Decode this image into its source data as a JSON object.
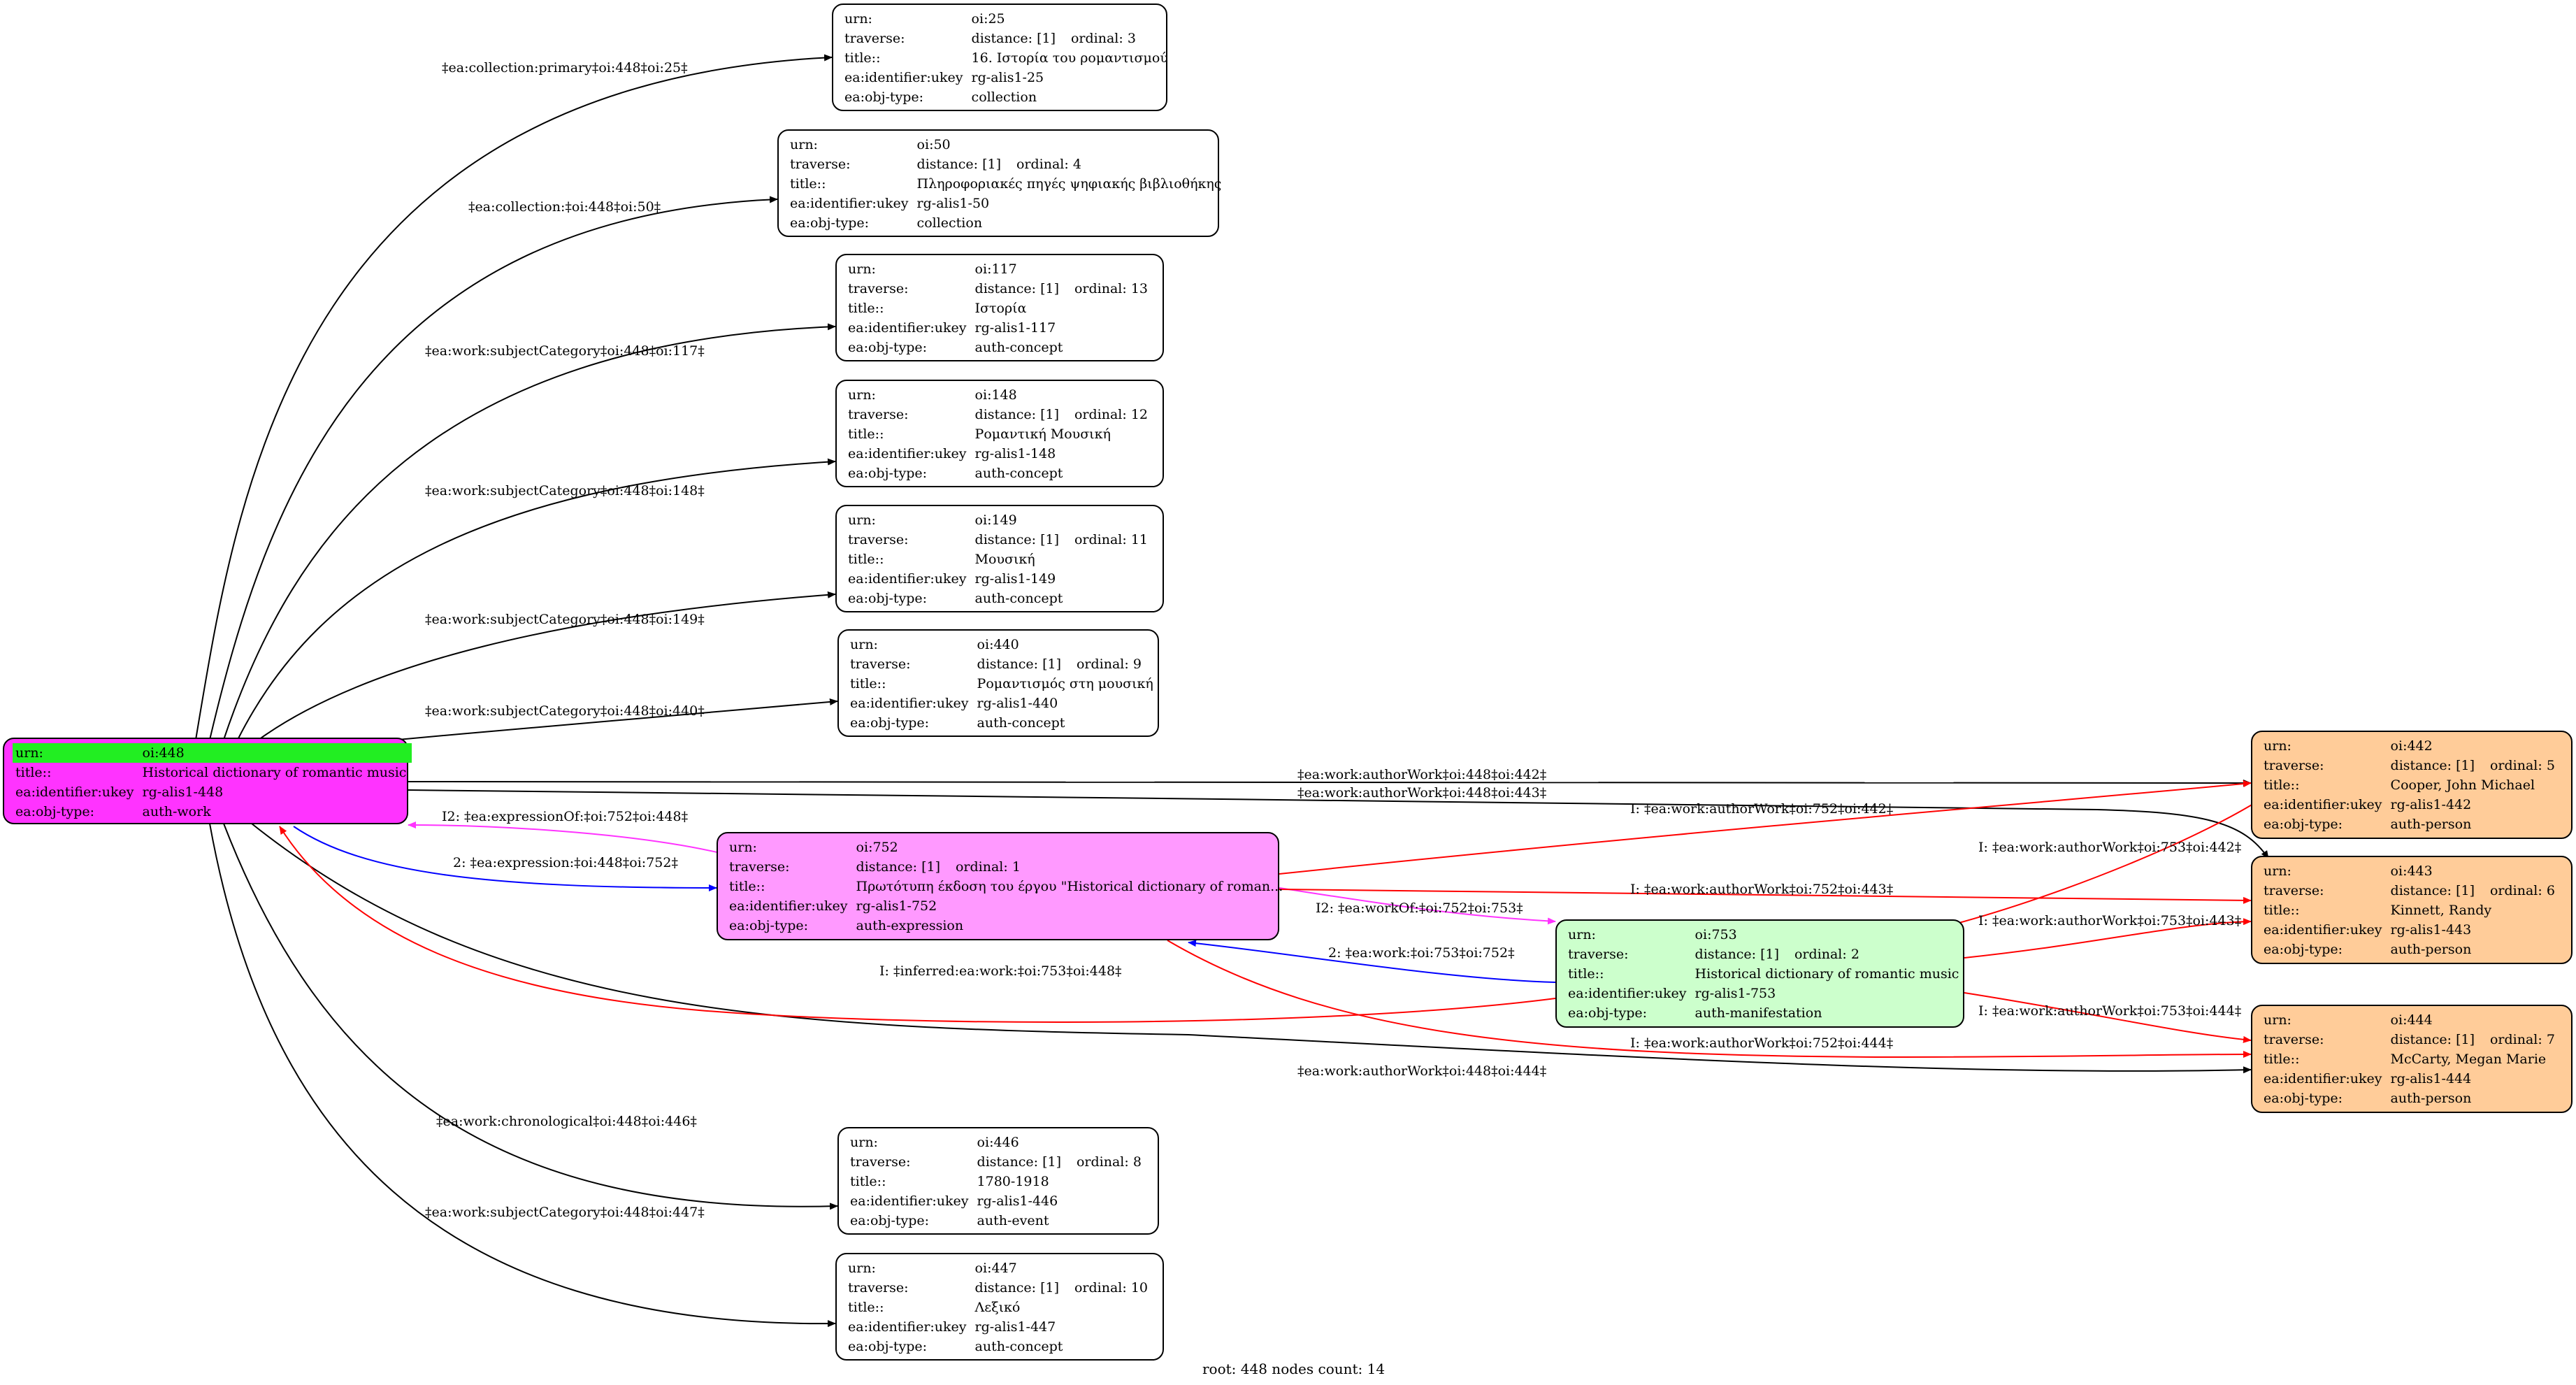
{
  "diagram": {
    "root": {
      "urn_key": "urn:",
      "urn": "oi:448",
      "title_key": "title::",
      "title": "Historical dictionary of romantic music",
      "ukey_key": "ea:identifier:ukey",
      "ukey": "rg-alis1-448",
      "type_key": "ea:obj-type:",
      "type": "auth-work"
    },
    "nodes": [
      {
        "id": "n25",
        "urn": "oi:25",
        "distance": "distance: [1]",
        "ordinal": "ordinal: 3",
        "title": "16. Ιστορία του ρομαντισμού",
        "ukey": "rg-alis1-25",
        "type": "collection"
      },
      {
        "id": "n50",
        "urn": "oi:50",
        "distance": "distance: [1]",
        "ordinal": "ordinal: 4",
        "title": "Πληροφοριακές πηγές ψηφιακής βιβλιοθήκης",
        "ukey": "rg-alis1-50",
        "type": "collection"
      },
      {
        "id": "n117",
        "urn": "oi:117",
        "distance": "distance: [1]",
        "ordinal": "ordinal: 13",
        "title": "Ιστορία",
        "ukey": "rg-alis1-117",
        "type": "auth-concept"
      },
      {
        "id": "n148",
        "urn": "oi:148",
        "distance": "distance: [1]",
        "ordinal": "ordinal: 12",
        "title": "Ρομαντική Μουσική",
        "ukey": "rg-alis1-148",
        "type": "auth-concept"
      },
      {
        "id": "n149",
        "urn": "oi:149",
        "distance": "distance: [1]",
        "ordinal": "ordinal: 11",
        "title": "Μουσική",
        "ukey": "rg-alis1-149",
        "type": "auth-concept"
      },
      {
        "id": "n440",
        "urn": "oi:440",
        "distance": "distance: [1]",
        "ordinal": "ordinal: 9",
        "title": "Ρομαντισμός στη μουσική",
        "ukey": "rg-alis1-440",
        "type": "auth-concept"
      },
      {
        "id": "n752",
        "urn": "oi:752",
        "distance": "distance: [1]",
        "ordinal": "ordinal: 1",
        "title": "Πρωτότυπη έκδοση του έργου \"Historical dictionary of roman...",
        "ukey": "rg-alis1-752",
        "type": "auth-expression"
      },
      {
        "id": "n753",
        "urn": "oi:753",
        "distance": "distance: [1]",
        "ordinal": "ordinal: 2",
        "title": "Historical dictionary of romantic music",
        "ukey": "rg-alis1-753",
        "type": "auth-manifestation"
      },
      {
        "id": "n442",
        "urn": "oi:442",
        "distance": "distance: [1]",
        "ordinal": "ordinal: 5",
        "title": "Cooper, John Michael",
        "ukey": "rg-alis1-442",
        "type": "auth-person"
      },
      {
        "id": "n443",
        "urn": "oi:443",
        "distance": "distance: [1]",
        "ordinal": "ordinal: 6",
        "title": "Kinnett, Randy",
        "ukey": "rg-alis1-443",
        "type": "auth-person"
      },
      {
        "id": "n444",
        "urn": "oi:444",
        "distance": "distance: [1]",
        "ordinal": "ordinal: 7",
        "title": "McCarty, Megan Marie",
        "ukey": "rg-alis1-444",
        "type": "auth-person"
      },
      {
        "id": "n446",
        "urn": "oi:446",
        "distance": "distance: [1]",
        "ordinal": "ordinal: 8",
        "title": "1780-1918",
        "ukey": "rg-alis1-446",
        "type": "auth-event"
      },
      {
        "id": "n447",
        "urn": "oi:447",
        "distance": "distance: [1]",
        "ordinal": "ordinal: 10",
        "title": "Λεξικό",
        "ukey": "rg-alis1-447",
        "type": "auth-concept"
      }
    ],
    "field_keys": {
      "urn": "urn:",
      "traverse": "traverse:",
      "title": "title::",
      "ukey": "ea:identifier:ukey",
      "type": "ea:obj-type:"
    },
    "edges": [
      {
        "id": "e25",
        "label": "‡ea:collection:primary‡oi:448‡oi:25‡",
        "color": "#000000"
      },
      {
        "id": "e50",
        "label": "‡ea:collection:‡oi:448‡oi:50‡",
        "color": "#000000"
      },
      {
        "id": "e117",
        "label": "‡ea:work:subjectCategory‡oi:448‡oi:117‡",
        "color": "#000000"
      },
      {
        "id": "e148",
        "label": "‡ea:work:subjectCategory‡oi:448‡oi:148‡",
        "color": "#000000"
      },
      {
        "id": "e149",
        "label": "‡ea:work:subjectCategory‡oi:448‡oi:149‡",
        "color": "#000000"
      },
      {
        "id": "e440",
        "label": "‡ea:work:subjectCategory‡oi:448‡oi:440‡",
        "color": "#000000"
      },
      {
        "id": "e442",
        "label": "‡ea:work:authorWork‡oi:448‡oi:442‡",
        "color": "#000000"
      },
      {
        "id": "e443",
        "label": "‡ea:work:authorWork‡oi:448‡oi:443‡",
        "color": "#000000"
      },
      {
        "id": "e444",
        "label": "‡ea:work:authorWork‡oi:448‡oi:444‡",
        "color": "#000000"
      },
      {
        "id": "e446",
        "label": "‡ea:work:chronological‡oi:448‡oi:446‡",
        "color": "#000000"
      },
      {
        "id": "e447",
        "label": "‡ea:work:subjectCategory‡oi:448‡oi:447‡",
        "color": "#000000"
      },
      {
        "id": "eExprOf",
        "label": "I2: ‡ea:expressionOf:‡oi:752‡oi:448‡",
        "color": "#ff33ff"
      },
      {
        "id": "eExpr",
        "label": "2: ‡ea:expression:‡oi:448‡oi:752‡",
        "color": "#0000ff"
      },
      {
        "id": "eWorkOf",
        "label": "I2: ‡ea:workOf:‡oi:752‡oi:753‡",
        "color": "#ff33ff"
      },
      {
        "id": "eWork",
        "label": "2: ‡ea:work:‡oi:753‡oi:752‡",
        "color": "#0000ff"
      },
      {
        "id": "eInferred",
        "label": "I: ‡inferred:ea:work:‡oi:753‡oi:448‡",
        "color": "#ff0000"
      },
      {
        "id": "e752_442",
        "label": "I: ‡ea:work:authorWork‡oi:752‡oi:442‡",
        "color": "#ff0000"
      },
      {
        "id": "e752_443",
        "label": "I: ‡ea:work:authorWork‡oi:752‡oi:443‡",
        "color": "#ff0000"
      },
      {
        "id": "e752_444",
        "label": "I: ‡ea:work:authorWork‡oi:752‡oi:444‡",
        "color": "#ff0000"
      },
      {
        "id": "e753_442",
        "label": "I: ‡ea:work:authorWork‡oi:753‡oi:442‡",
        "color": "#ff0000"
      },
      {
        "id": "e753_443",
        "label": "I: ‡ea:work:authorWork‡oi:753‡oi:443‡",
        "color": "#ff0000"
      },
      {
        "id": "e753_444",
        "label": "I: ‡ea:work:authorWork‡oi:753‡oi:444‡",
        "color": "#ff0000"
      }
    ],
    "colors": {
      "root": "#ff33ff",
      "root_header": "#22ee22",
      "expression": "#ff99ff",
      "manifestation": "#ccffcc",
      "person": "#ffcc99"
    },
    "footer": "root: 448 nodes count: 14"
  }
}
